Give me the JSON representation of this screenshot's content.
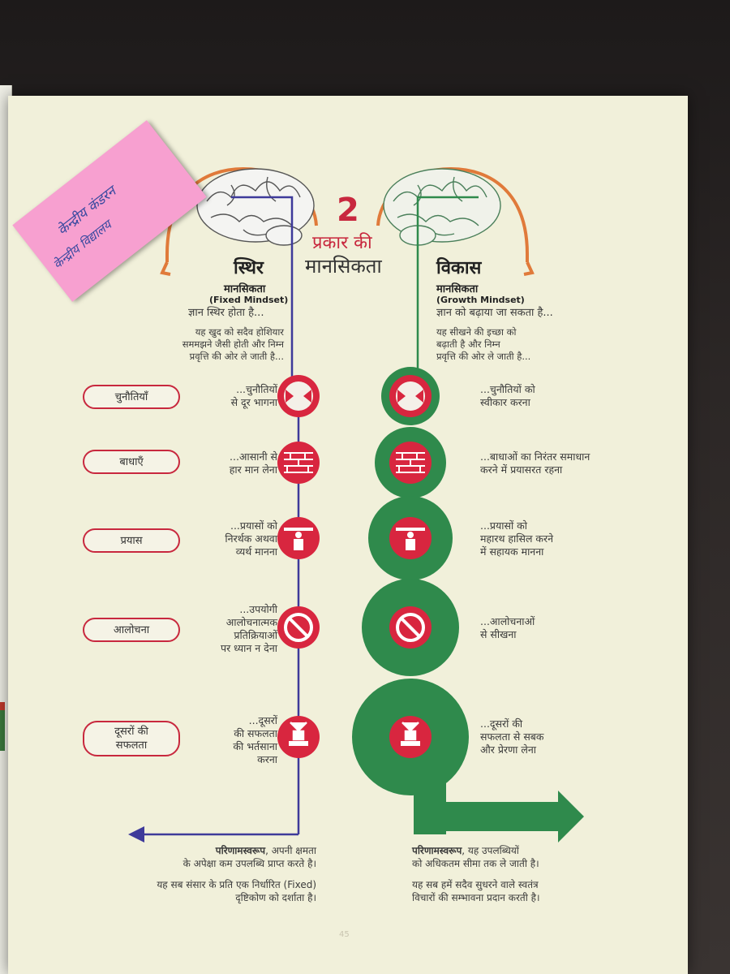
{
  "number": "2",
  "title_line1": "प्रकार की",
  "title_line2": "मानसिकता",
  "fixed": {
    "heading": "स्थिर",
    "sub": "मानसिकता",
    "en": "(Fixed Mindset)",
    "tagline": "ज्ञान स्थिर होता है...",
    "desc": [
      "यह खुद को सदैव होशियार",
      "सममझने जैसी होती और निम्न",
      "प्रवृत्ति की ओर ले जाती है..."
    ],
    "items": [
      [
        "...चुनौतियों",
        "से दूर भागना"
      ],
      [
        "...आसानी से",
        "हार मान लेना"
      ],
      [
        "...प्रयासों को",
        "निरर्थक अथवा",
        "व्यर्थ मानना"
      ],
      [
        "...उपयोगी",
        "आलोचनात्मक",
        "प्रतिक्रियाओं",
        "पर ध्यान न देना"
      ],
      [
        "...दूसरों",
        "की सफलता",
        "की भर्तसाना",
        "करना"
      ]
    ],
    "result_bold": "परिणामस्वरूप",
    "result": [
      ", अपनी क्षमता",
      "के अपेक्षा कम उपलब्धि प्राप्त करते है।"
    ],
    "result2": [
      "यह सब संसार के प्रति एक निर्धारित (Fixed)",
      "दृष्टिकोण को दर्शाता है।"
    ]
  },
  "growth": {
    "heading": "विकास",
    "sub": "मानसिकता",
    "en": "(Growth Mindset)",
    "tagline": "ज्ञान को बढ़ाया जा सकता है...",
    "desc": [
      "यह सीखने की इच्छा को",
      "बढ़ाती है और निम्न",
      "प्रवृत्ति की ओर ले जाती है..."
    ],
    "items": [
      [
        "...चुनौतियों को",
        "स्वीकार करना"
      ],
      [
        "...बाधाओं का निरंतर समाधान",
        "करने में प्रयासरत रहना"
      ],
      [
        "...प्रयासों को",
        "महारथ हासिल करने",
        "में सहायक मानना"
      ],
      [
        "...आलोचनाओं",
        "से सीखना"
      ],
      [
        "...दूसरों की",
        "सफलता से सबक",
        "और प्रेरणा लेना"
      ]
    ],
    "result_bold": "परिणामस्वरूप",
    "result": [
      ", यह उपलब्धियों",
      "को अधिकतम सीमा तक ले जाती है।"
    ],
    "result2": [
      "यह सब हमें सदैव सुधरने वाले स्वतंत्र",
      "विचारों की सम्भावना प्रदान करती है।"
    ]
  },
  "categories": [
    [
      "चुनौतियाँ"
    ],
    [
      "बाधाएँ"
    ],
    [
      "प्रयास"
    ],
    [
      "आलोचना"
    ],
    [
      "दूसरों की",
      "सफलता"
    ]
  ],
  "sticky_note": [
    "केन्द्रीय कंडरन",
    "केन्द्रीय विद्यालय"
  ],
  "page_number": "45",
  "colors": {
    "fixed_line": "#3e3a9a",
    "growth": "#2f8a4c",
    "accent": "#d8263f",
    "orange": "#e07a3a"
  },
  "icons": [
    "cross-arrows-icon",
    "brick-wall-icon",
    "weightlifter-icon",
    "prohibited-icon",
    "winner-icon"
  ]
}
